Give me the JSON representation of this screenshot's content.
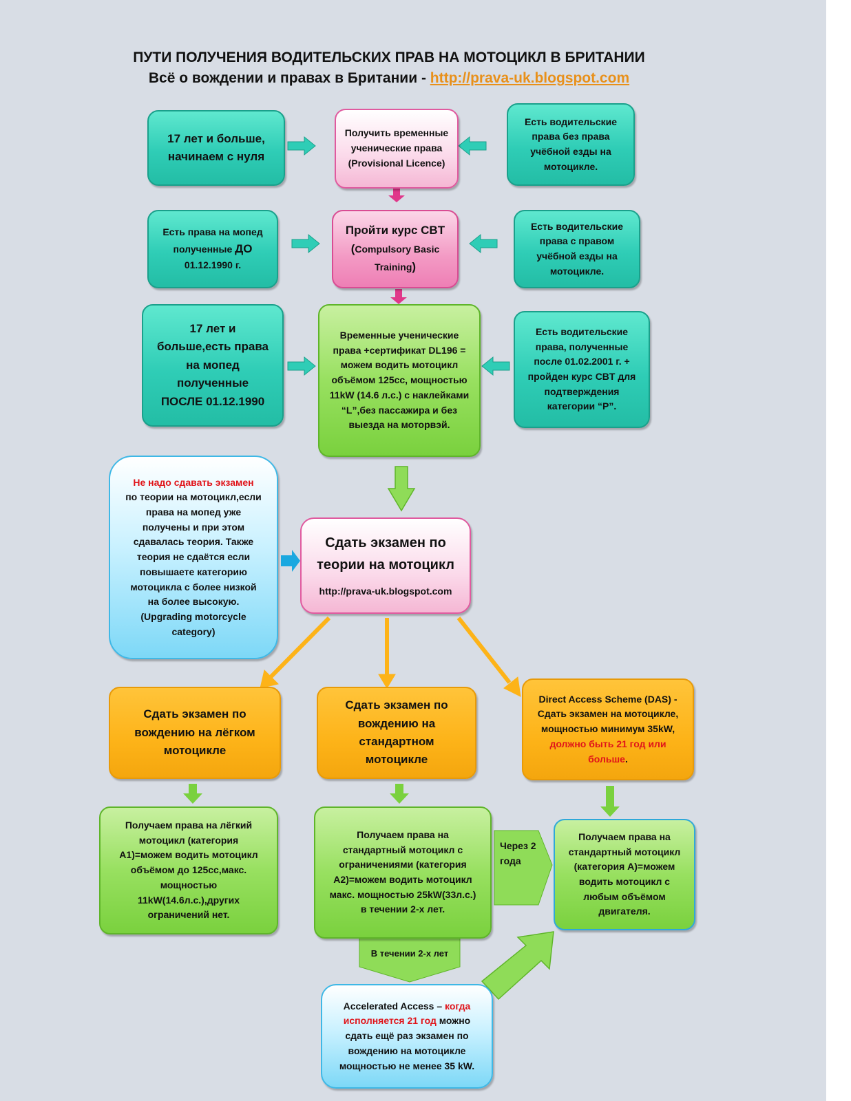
{
  "header": {
    "title_line1": "ПУТИ ПОЛУЧЕНИЯ ВОДИТЕЛЬСКИХ ПРАВ НА МОТОЦИКЛ В БРИТАНИИ",
    "title_line2_text": "Всё о вождении и правах в Британии - ",
    "title_line2_link": "http://prava-uk.blogspot.com"
  },
  "row1": {
    "left": "17 лет и больше, начинаем с нуля",
    "center": "Получить временные ученические права (Provisional Licence)",
    "right": "Есть водительские права без права учёбной езды на мотоцикле."
  },
  "row2": {
    "left_a": "Есть права на мопед полученные ",
    "left_b": "ДО",
    "left_c": "01.12.1990 г.",
    "center_a": "Пройти курс CBT (",
    "center_b": "Compulsory Basic Training",
    "center_c": ")",
    "right": "Есть водительские права с правом учёбной езды на мотоцикле."
  },
  "row3": {
    "left": "17 лет и больше,есть права на мопед полученные ПОСЛЕ 01.12.1990",
    "center": "Временные ученические права +сертификат DL196 = можем водить мотоцикл объёмом 125сс, мощностью 11kW (14.6 л.с.) с наклейками “L”,без пассажира и без выезда на моторвэй.",
    "right": "Есть водительские права, полученные после 01.02.2001 г. + пройден курс CBT для подтверждения категории “P”."
  },
  "theory": {
    "note_red": "Не надо сдавать экзамен",
    "note_rest": "по теории на мотоцикл,если права на мопед уже получены и при этом сдавалась теория. Также теория не сдаётся если повышаете категорию мотоцикла с более низкой на более высокую. (Upgrading motorcycle category)",
    "box_title": "Сдать экзамен по теории на мотоцикл",
    "box_link": "http://prava-uk.blogspot.com"
  },
  "exams": {
    "light": "Сдать экзамен по вождению на лёгком мотоцикле",
    "standard": "Сдать экзамен по вождению на стандартном мотоцикле",
    "das_a": "Direct Access Scheme (DAS) - Сдать экзамен на мотоцикле, мощностью минимум 35kW,",
    "das_red": "должно быть 21 год или больше",
    "das_dot": "."
  },
  "licences": {
    "a1": "Получаем права на лёгкий мотоцикл (категория A1)=можем водить мотоцикл объёмом до 125сс,макс. мощностью 11kW(14.6л.с.),других ограничений нет.",
    "a2": "Получаем права на стандартный мотоцикл с ограничениями (категория A2)=можем водить мотоцикл макс. мощностью 25kW(33л.с.) в течении 2-х лет.",
    "after_two_years": "Через 2 года",
    "a": "Получаем права на стандартный мотоцикл (категория A)=можем водить мотоцикл с любым объёмом двигателя.",
    "within_two_years": "В течении 2-х лет"
  },
  "accelerated": {
    "part1": "Accelerated Access – ",
    "part2_red": "когда исполняется 21 год",
    "part3": " можно сдать ещё раз экзамен по вождению на мотоцикле мощностью не менее 35 kW."
  },
  "colors": {
    "background": "#d8dde5",
    "teal": "#2fcdb6",
    "pink": "#ee7fb5",
    "green": "#7ad13e",
    "orange": "#fdb318",
    "cyan": "#7dd8f7",
    "red_text": "#e0141a",
    "arrow_orange": "#fdb318",
    "arrow_green": "#7ad13e",
    "arrow_pink": "#e0388a",
    "arrow_teal": "#2fcdb6",
    "arrow_blue": "#1aa8e0"
  }
}
